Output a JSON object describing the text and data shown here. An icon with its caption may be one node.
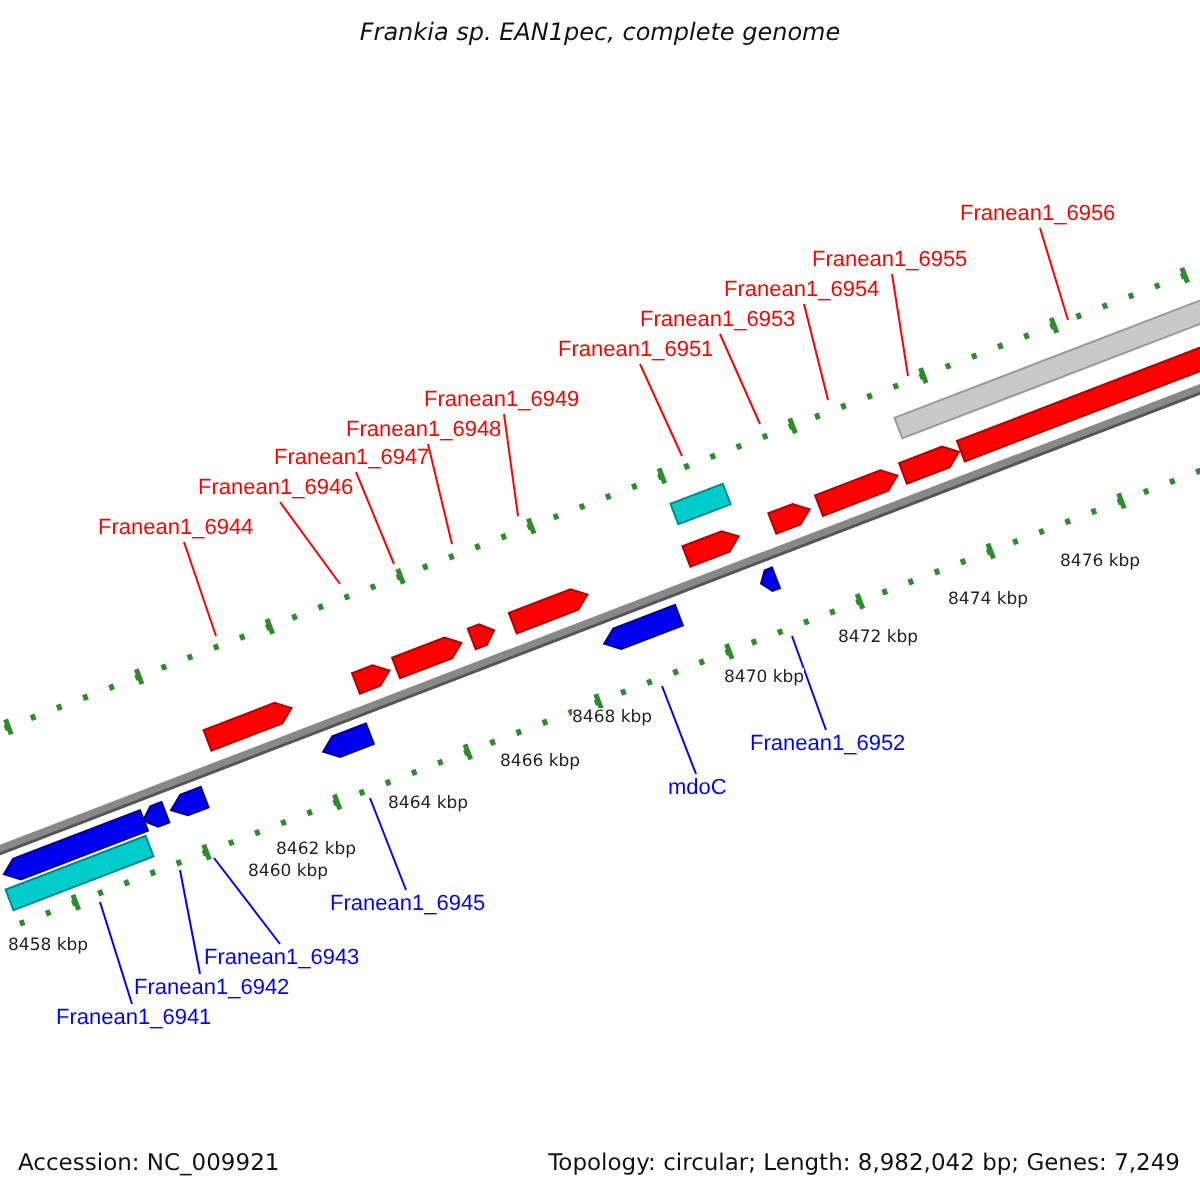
{
  "diagram": {
    "title": "Frankia sp. EAN1pec, complete genome",
    "nodes": [
      {
        "text": [
          "Franean1_6956"
        ]
      },
      {
        "text": [
          "Franean1_6955"
        ]
      },
      {
        "text": [
          "Franean1_6954"
        ]
      },
      {
        "text": [
          "Franean1_6953"
        ]
      },
      {
        "text": [
          "Franean1_6951"
        ]
      },
      {
        "text": [
          "Franean1_6949"
        ]
      },
      {
        "text": [
          "Franean1_6948"
        ]
      },
      {
        "text": [
          "Franean1_6947"
        ]
      },
      {
        "text": [
          "Franean1_6946"
        ]
      },
      {
        "text": [
          "Franean1_6944"
        ]
      },
      {
        "text": [
          "Franean1_6952"
        ]
      },
      {
        "text": [
          "mdoC"
        ]
      },
      {
        "text": [
          "Franean1_6945"
        ]
      },
      {
        "text": [
          "Franean1_6943"
        ]
      },
      {
        "text": [
          "Franean1_6942"
        ]
      },
      {
        "text": [
          "Franean1_6941"
        ]
      }
    ],
    "edges": [
      {
        "from": 0,
        "to": null,
        "arrow": "none"
      },
      {
        "from": 1,
        "to": null,
        "arrow": "none"
      },
      {
        "from": 2,
        "to": null,
        "arrow": "none"
      },
      {
        "from": 3,
        "to": null,
        "arrow": "none"
      },
      {
        "from": 4,
        "to": null,
        "arrow": "none"
      },
      {
        "from": 5,
        "to": null,
        "arrow": "none"
      },
      {
        "from": 6,
        "to": null,
        "arrow": "none"
      },
      {
        "from": 7,
        "to": null,
        "arrow": "none"
      },
      {
        "from": 8,
        "to": null,
        "arrow": "none"
      },
      {
        "from": 9,
        "to": null,
        "arrow": "none"
      },
      {
        "from": 10,
        "to": null,
        "arrow": "none",
        "color": "#0000ff"
      },
      {
        "from": 11,
        "to": null,
        "arrow": "none",
        "color": "#0000ff"
      },
      {
        "from": 12,
        "to": null,
        "arrow": "none",
        "color": "#0000ff"
      },
      {
        "from": 13,
        "to": null,
        "arrow": "none",
        "color": "#0000ff"
      },
      {
        "from": 14,
        "to": null,
        "arrow": "none",
        "color": "#0000ff"
      },
      {
        "from": 15,
        "to": null,
        "arrow": "none",
        "color": "#0000ff"
      }
    ],
    "labels": [
      "8476 kbp",
      "8474 kbp",
      "8472 kbp",
      "8470 kbp",
      "8468 kbp",
      "8466 kbp",
      "8464 kbp",
      "8462 kbp",
      "8460 kbp",
      "8458 kbp",
      "Accession: NC_009921",
      "Topology: circular; Length: 8,982,042 bp; Genes: 7,249"
    ]
  }
}
